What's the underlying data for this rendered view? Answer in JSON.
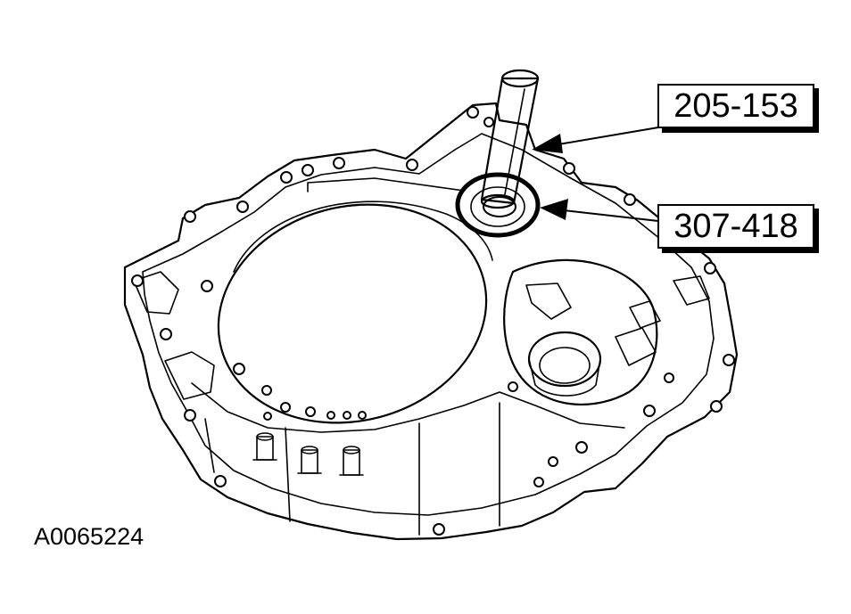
{
  "callouts": {
    "top_label": "205-153",
    "bottom_label": "307-418"
  },
  "figure_id": "A0065224",
  "colors": {
    "line": "#000000",
    "background": "#ffffff"
  }
}
